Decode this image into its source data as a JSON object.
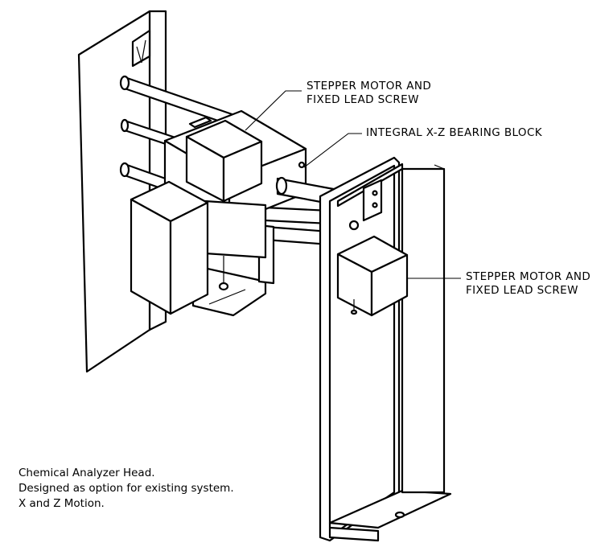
{
  "labels": {
    "upper_motor": [
      "STEPPER MOTOR AND",
      "FIXED LEAD SCREW"
    ],
    "bearing_block": "INTEGRAL X-Z BEARING BLOCK",
    "right_motor": [
      "STEPPER MOTOR AND",
      "FIXED LEAD SCREW"
    ]
  },
  "notes": [
    "Chemical Analyzer Head.",
    "Designed as option for existing system.",
    "X and Z Motion."
  ]
}
